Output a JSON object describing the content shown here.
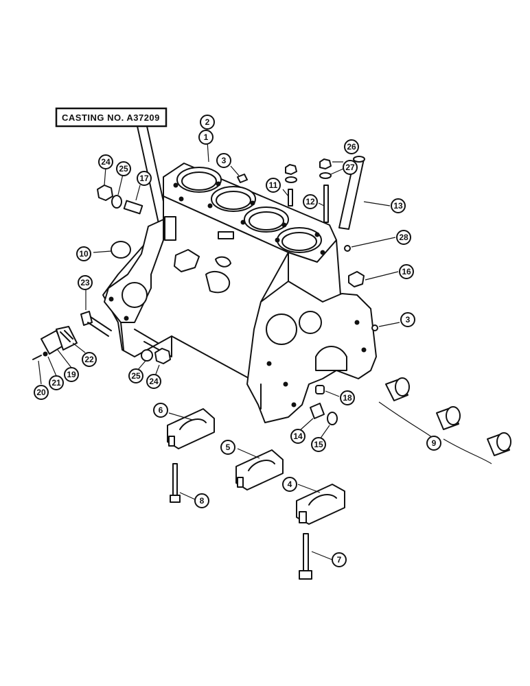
{
  "casting_label": "CASTING NO. A37209",
  "callouts": [
    "1",
    "2",
    "3",
    "3",
    "4",
    "5",
    "6",
    "7",
    "8",
    "9",
    "10",
    "11",
    "12",
    "13",
    "14",
    "15",
    "16",
    "17",
    "18",
    "19",
    "20",
    "21",
    "22",
    "23",
    "24",
    "24",
    "25",
    "25",
    "26",
    "27",
    "28"
  ],
  "colors": {
    "ink": "#111111",
    "paper": "#ffffff"
  }
}
